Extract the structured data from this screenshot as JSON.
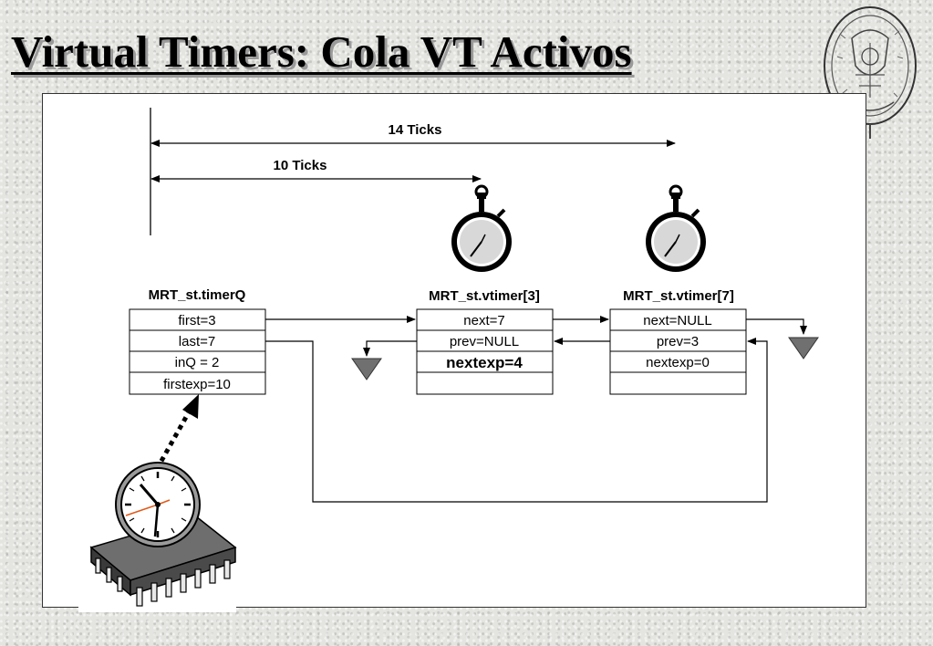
{
  "slide": {
    "title": "Virtual Timers: Cola VT Activos"
  },
  "ticks": {
    "long_label": "14 Ticks",
    "short_label": "10 Ticks"
  },
  "timerQ": {
    "header": "MRT_st.timerQ",
    "fields": [
      "first=3",
      "last=7",
      "inQ = 2",
      "firstexp=10"
    ]
  },
  "vtimer3": {
    "header": "MRT_st.vtimer[3]",
    "fields": [
      "next=7",
      "prev=NULL",
      "nextexp=4",
      ""
    ]
  },
  "vtimer7": {
    "header": "MRT_st.vtimer[7]",
    "fields": [
      "next=NULL",
      "prev=3",
      "nextexp=0",
      ""
    ]
  },
  "icons": {
    "stopwatch": "stopwatch-icon",
    "clock_chip": "clock-chip-icon",
    "ground": "null-ground-icon",
    "seal": "university-seal-icon"
  },
  "colors": {
    "clock_hand_accent": "#e05a1a",
    "null_marker": "#707070"
  }
}
